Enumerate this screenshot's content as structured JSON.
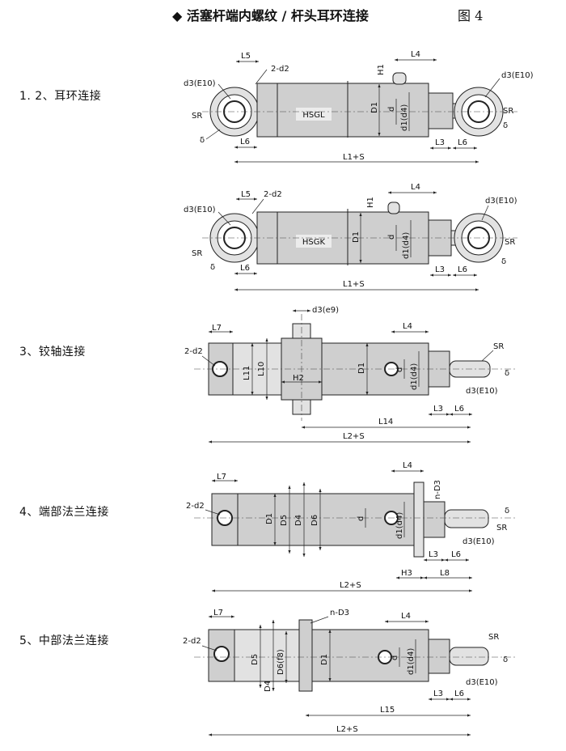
{
  "header": {
    "title": "◆ 活塞杆端内螺纹 / 杆头耳环连接",
    "figure": "图 4"
  },
  "rows": [
    {
      "label": "1. 2、耳环连接"
    },
    {
      "label": "3、铰轴连接"
    },
    {
      "label": "4、端部法兰连接"
    },
    {
      "label": "5、中部法兰连接"
    }
  ],
  "drawings": {
    "d1": {
      "tag": "HSGL",
      "dims": {
        "L5": "L5",
        "two_d2": "2-d2",
        "d3E10_left": "d3(E10)",
        "SR_left": "SR",
        "delta_left": "δ",
        "L6_left": "L6",
        "H1": "H1",
        "L4": "L4",
        "D1": "D1",
        "d": "d",
        "d1d4": "d1(d4)",
        "d3E10_right": "d3(E10)",
        "SR_right": "SR",
        "delta_right": "δ",
        "L3": "L3",
        "L6_right": "L6",
        "L1S": "L1+S"
      }
    },
    "d2": {
      "tag": "HSGK",
      "dims": {
        "L5": "L5",
        "two_d2": "2-d2",
        "d3E10_left": "d3(E10)",
        "SR_left": "SR",
        "delta_left": "δ",
        "L6_left": "L6",
        "H1": "H1",
        "L4": "L4",
        "D1": "D1",
        "d": "d",
        "d1d4": "d1(d4)",
        "d3E10_right": "d3(E10)",
        "SR_right": "SR",
        "delta_right": "δ",
        "L3": "L3",
        "L6_right": "L6",
        "L1S": "L1+S"
      }
    },
    "d3": {
      "dims": {
        "L7": "L7",
        "two_d2": "2-d2",
        "d3e9": "d3(e9)",
        "L11": "L11",
        "L10": "L10",
        "H2": "H2",
        "D1": "D1",
        "L4": "L4",
        "d": "d",
        "d1d4": "d1(d4)",
        "SR": "SR",
        "delta": "δ",
        "d3E10": "d3(E10)",
        "L3": "L3",
        "L6": "L6",
        "L14": "L14",
        "L2S": "L2+S"
      }
    },
    "d4": {
      "dims": {
        "L7": "L7",
        "two_d2": "2-d2",
        "D1": "D1",
        "D5": "D5",
        "D4": "D4",
        "D6": "D6",
        "L4": "L4",
        "nD3": "n-D3",
        "d": "d",
        "d1d4": "d1(d4)",
        "SR": "SR",
        "delta": "δ",
        "d3E10": "d3(E10)",
        "L3": "L3",
        "L6": "L6",
        "H3": "H3",
        "L8": "L8",
        "L2S": "L2+S"
      }
    },
    "d5": {
      "dims": {
        "L7": "L7",
        "two_d2": "2-d2",
        "nD3": "n-D3",
        "D5": "D5",
        "D4": "D4",
        "D6f8": "D6(f8)",
        "D1": "D1",
        "L4": "L4",
        "d": "d",
        "d1d4": "d1(d4)",
        "SR": "SR",
        "delta": "δ",
        "d3E10": "d3(E10)",
        "L3": "L3",
        "L6": "L6",
        "L15": "L15",
        "L2S": "L2+S"
      }
    }
  }
}
